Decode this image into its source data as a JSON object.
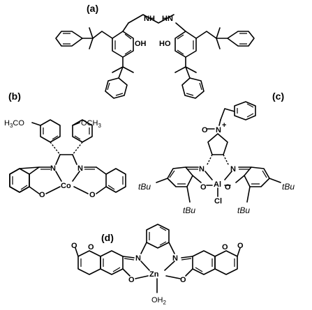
{
  "panels": {
    "a": {
      "label": "(a)",
      "nh_left": "NH",
      "nh_right": "HN",
      "oh_left": "OH",
      "oh_right": "HO"
    },
    "b": {
      "label": "(b)",
      "methoxy_left": "H3CO",
      "methoxy_right": "OCH3",
      "n_left": "N",
      "n_right": "N",
      "metal": "Co",
      "o_left": "O",
      "o_right": "O"
    },
    "c": {
      "label": "(c)",
      "n_oxide_o": "O",
      "n_oxide_n": "N",
      "plus": "+",
      "n_left": "N",
      "n_right": "N",
      "metal": "Al",
      "cl": "Cl",
      "o_left": "O",
      "o_right": "O",
      "tbu_left": "tBu",
      "tbu_right": "tBu",
      "tbu_bottom_left": "tBu",
      "tbu_bottom_right": "tBu"
    },
    "d": {
      "label": "(d)",
      "n_left": "N",
      "n_right": "N",
      "metal": "Zn",
      "o_left": "O",
      "o_right": "O",
      "water": "OH2",
      "carbonyl_left": "O",
      "carbonyl_right": "O",
      "ring_o_left": "O",
      "ring_o_right": "O"
    }
  }
}
